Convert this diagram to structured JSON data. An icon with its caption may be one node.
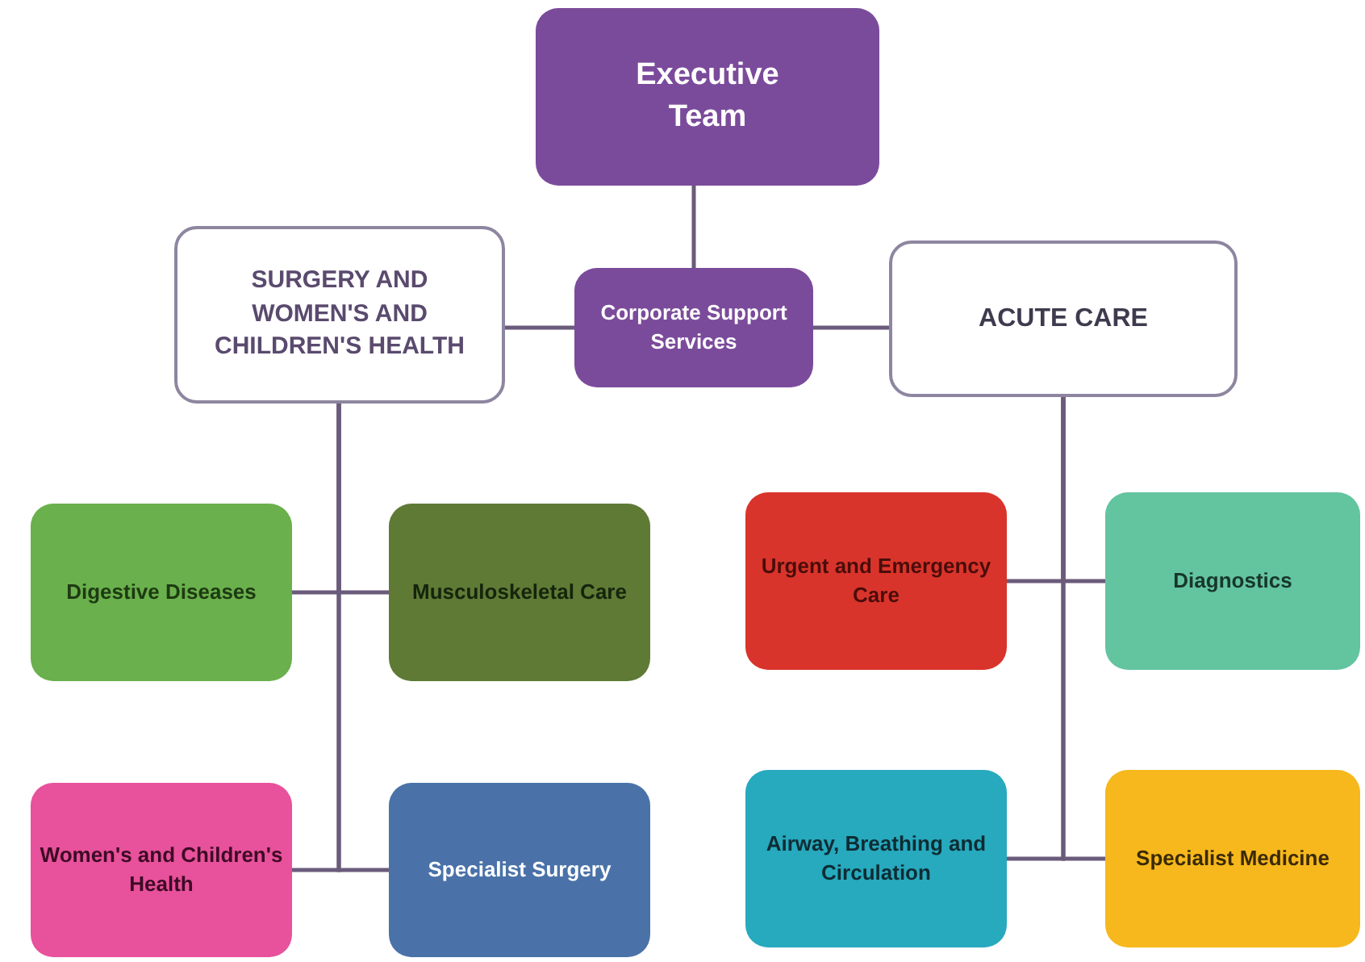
{
  "diagram": {
    "nodes": [
      {
        "text": [
          "Executive Team"
        ]
      },
      {
        "text": [
          "SURGERY AND WOMEN'S AND CHILDREN'S HEALTH"
        ]
      },
      {
        "text": [
          "Corporate Support Services"
        ]
      },
      {
        "text": [
          "ACUTE CARE"
        ]
      },
      {
        "text": [
          "Digestive Diseases"
        ]
      },
      {
        "text": [
          "Musculoskeletal Care"
        ]
      },
      {
        "text": [
          "Urgent and Emergency Care"
        ]
      },
      {
        "text": [
          "Diagnostics"
        ]
      },
      {
        "text": [
          "Women's and Children's Health"
        ]
      },
      {
        "text": [
          "Specialist Surgery"
        ]
      },
      {
        "text": [
          "Airway, Breathing and Circulation"
        ]
      },
      {
        "text": [
          "Specialist Medicine"
        ]
      }
    ],
    "edges": [
      {
        "from": 0,
        "to": 2,
        "arrow": "none"
      },
      {
        "from": 2,
        "to": 1,
        "arrow": "none"
      },
      {
        "from": 2,
        "to": 3,
        "arrow": "none"
      },
      {
        "from": 1,
        "to": 4,
        "arrow": "none"
      },
      {
        "from": 1,
        "to": 5,
        "arrow": "none"
      },
      {
        "from": 1,
        "to": 8,
        "arrow": "none"
      },
      {
        "from": 1,
        "to": 9,
        "arrow": "none"
      },
      {
        "from": 3,
        "to": 6,
        "arrow": "none"
      },
      {
        "from": 3,
        "to": 7,
        "arrow": "none"
      },
      {
        "from": 3,
        "to": 10,
        "arrow": "none"
      },
      {
        "from": 3,
        "to": 11,
        "arrow": "none"
      }
    ]
  }
}
